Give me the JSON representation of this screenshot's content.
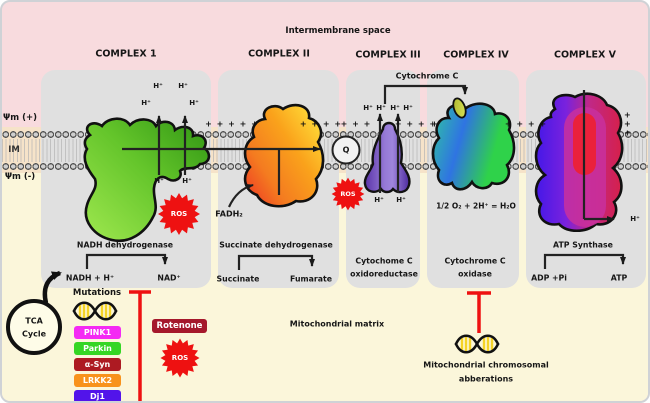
{
  "title": "Mitochondrial electron transport chain diagram",
  "header": {
    "intermembrane_space": "Intermembrane space",
    "mitochondrial_matrix": "Mitochondrial matrix"
  },
  "membrane": {
    "psi_plus": "Ψm (+)",
    "im": "IM",
    "psi_minus": "Ψm (-)",
    "plus_groups": {
      "g1": "+ + + + +",
      "g2": "+ + + +",
      "g3": "+ + +",
      "g4": "+ + + +",
      "g5": "+",
      "g6": "+ + + +",
      "g7": "+ + +"
    }
  },
  "complexes": [
    {
      "label": "COMPLEX 1",
      "enzyme": "NADH dehydrogenase",
      "substrate": "NADH + H⁺",
      "product": "NAD⁺"
    },
    {
      "label": "COMPLEX II",
      "enzyme": "Succinate dehydrogenase",
      "substrate": "Succinate",
      "product": "Fumarate"
    },
    {
      "label": "COMPLEX III",
      "enzyme_line1": "Cytochome C",
      "enzyme_line2": "oxidoreductase"
    },
    {
      "label": "COMPLEX IV",
      "enzyme_line1": "Cytochrome C",
      "enzyme_line2": "oxidase",
      "reaction": "1/2 O₂ + 2H⁺ = H₂O"
    },
    {
      "label": "COMPLEX V",
      "enzyme": "ATP Synthase",
      "substrate": "ADP +Pi",
      "product": "ATP"
    }
  ],
  "labels": {
    "cytochrome_c_shuttle": "Cytochrome C",
    "q": "Q",
    "ros": "ROS",
    "h_plus": "H⁺",
    "fadh2": "FADH₂"
  },
  "tca": {
    "line1": "TCA",
    "line2": "Cycle"
  },
  "mutations": {
    "title": "Mutations",
    "genes": [
      {
        "label": "PINK1",
        "color": "#f42af4"
      },
      {
        "label": "Parkin",
        "color": "#35d624"
      },
      {
        "label": "α-Syn",
        "color": "#ad1a22"
      },
      {
        "label": "LRKK2",
        "color": "#f8921c"
      },
      {
        "label": "Dj1",
        "color": "#5214ea"
      }
    ]
  },
  "inhibitors": {
    "rotenone": "Rotenone",
    "rotenone_color": "#a5182b",
    "chromosomal_line1": "Mitochondrial chromosomal",
    "chromosomal_line2": "abberations",
    "inhibit_color": "#ee1111"
  }
}
